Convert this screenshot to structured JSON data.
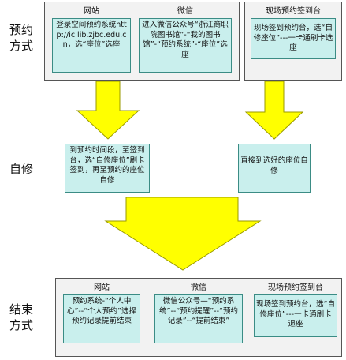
{
  "labels": {
    "booking": "预约\n方式",
    "self_study": "自修",
    "end": "结束\n方式"
  },
  "booking": {
    "website_header": "网站",
    "website_text": "登录空间预约系统http://ic.lib.zjbc.edu.cn，选“座位”选座",
    "wechat_header": "微信",
    "wechat_text": "进入微信公众号“浙江商职院图书馆”-“我的图书馆”-“预约系统”-“座位”选座",
    "onsite_header": "现场预约签到台",
    "onsite_text": "现场签到预约台，选“自修座位”---一卡通刷卡选座"
  },
  "self_study": {
    "online_text": "到预约时间段，至签到台，选“自修座位”刷卡签到，再至预约的座位自修",
    "onsite_text": "直接到选好的座位自修"
  },
  "end": {
    "website_header": "网站",
    "website_text": "预约系统-“个人中心”--“个人预约”选择预约记录提前结束",
    "wechat_header": "微信",
    "wechat_text": "微信公众号—“预约系统”--“预约提醒”--“预约记录”--“提前结束”",
    "onsite_header": "现场预约签到台",
    "onsite_text": "现场签到预约台，选“自修座位”---一卡通刷卡退座"
  },
  "colors": {
    "arrow_fill": "#ffff00",
    "arrow_stroke": "#9a9a00",
    "card_fill": "#c9efed",
    "panel_fill": "#f2f2f2"
  }
}
